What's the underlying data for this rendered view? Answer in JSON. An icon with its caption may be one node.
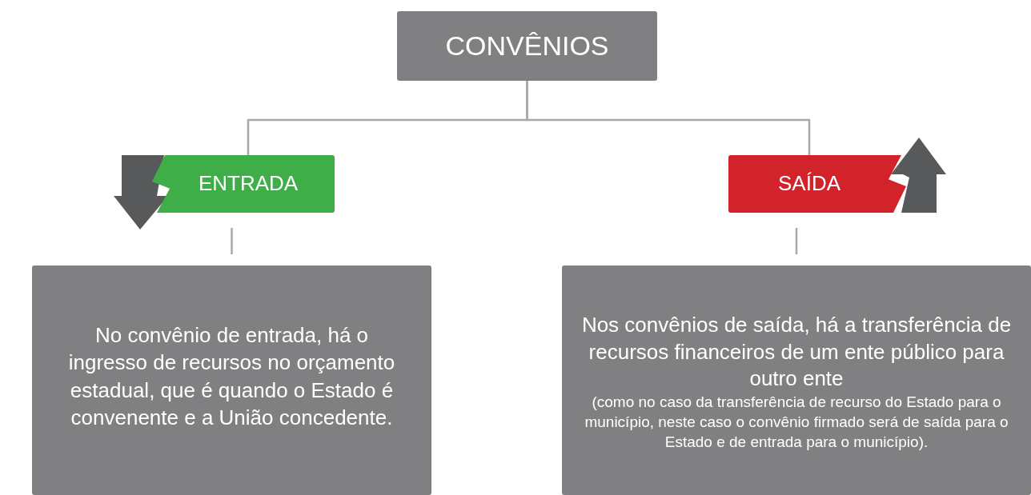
{
  "diagram": {
    "nodes": [
      {
        "text": [
          "CONVÊNIOS"
        ]
      },
      {
        "text": [
          "ENTRADA"
        ]
      },
      {
        "text": [
          "SAÍDA"
        ]
      },
      {
        "text": [
          "No convênio de entrada, há o ingresso de recursos no orçamento estadual, que é quando o Estado é convenente e a União concedente."
        ]
      },
      {
        "text": [
          "Nos convênios de saída, há a transferência de recursos financeiros de um ente público para outro ente",
          "(como no caso da transferência de recurso do Estado para o município, neste caso o convênio firmado será de saída para o Estado e de entrada para o município)."
        ]
      }
    ],
    "edges": [
      {
        "from": 0,
        "to": 1,
        "arrow": "none"
      },
      {
        "from": 0,
        "to": 2,
        "arrow": "none"
      },
      {
        "from": 1,
        "to": 3,
        "arrow": "none"
      },
      {
        "from": 2,
        "to": 4,
        "arrow": "none"
      }
    ]
  }
}
